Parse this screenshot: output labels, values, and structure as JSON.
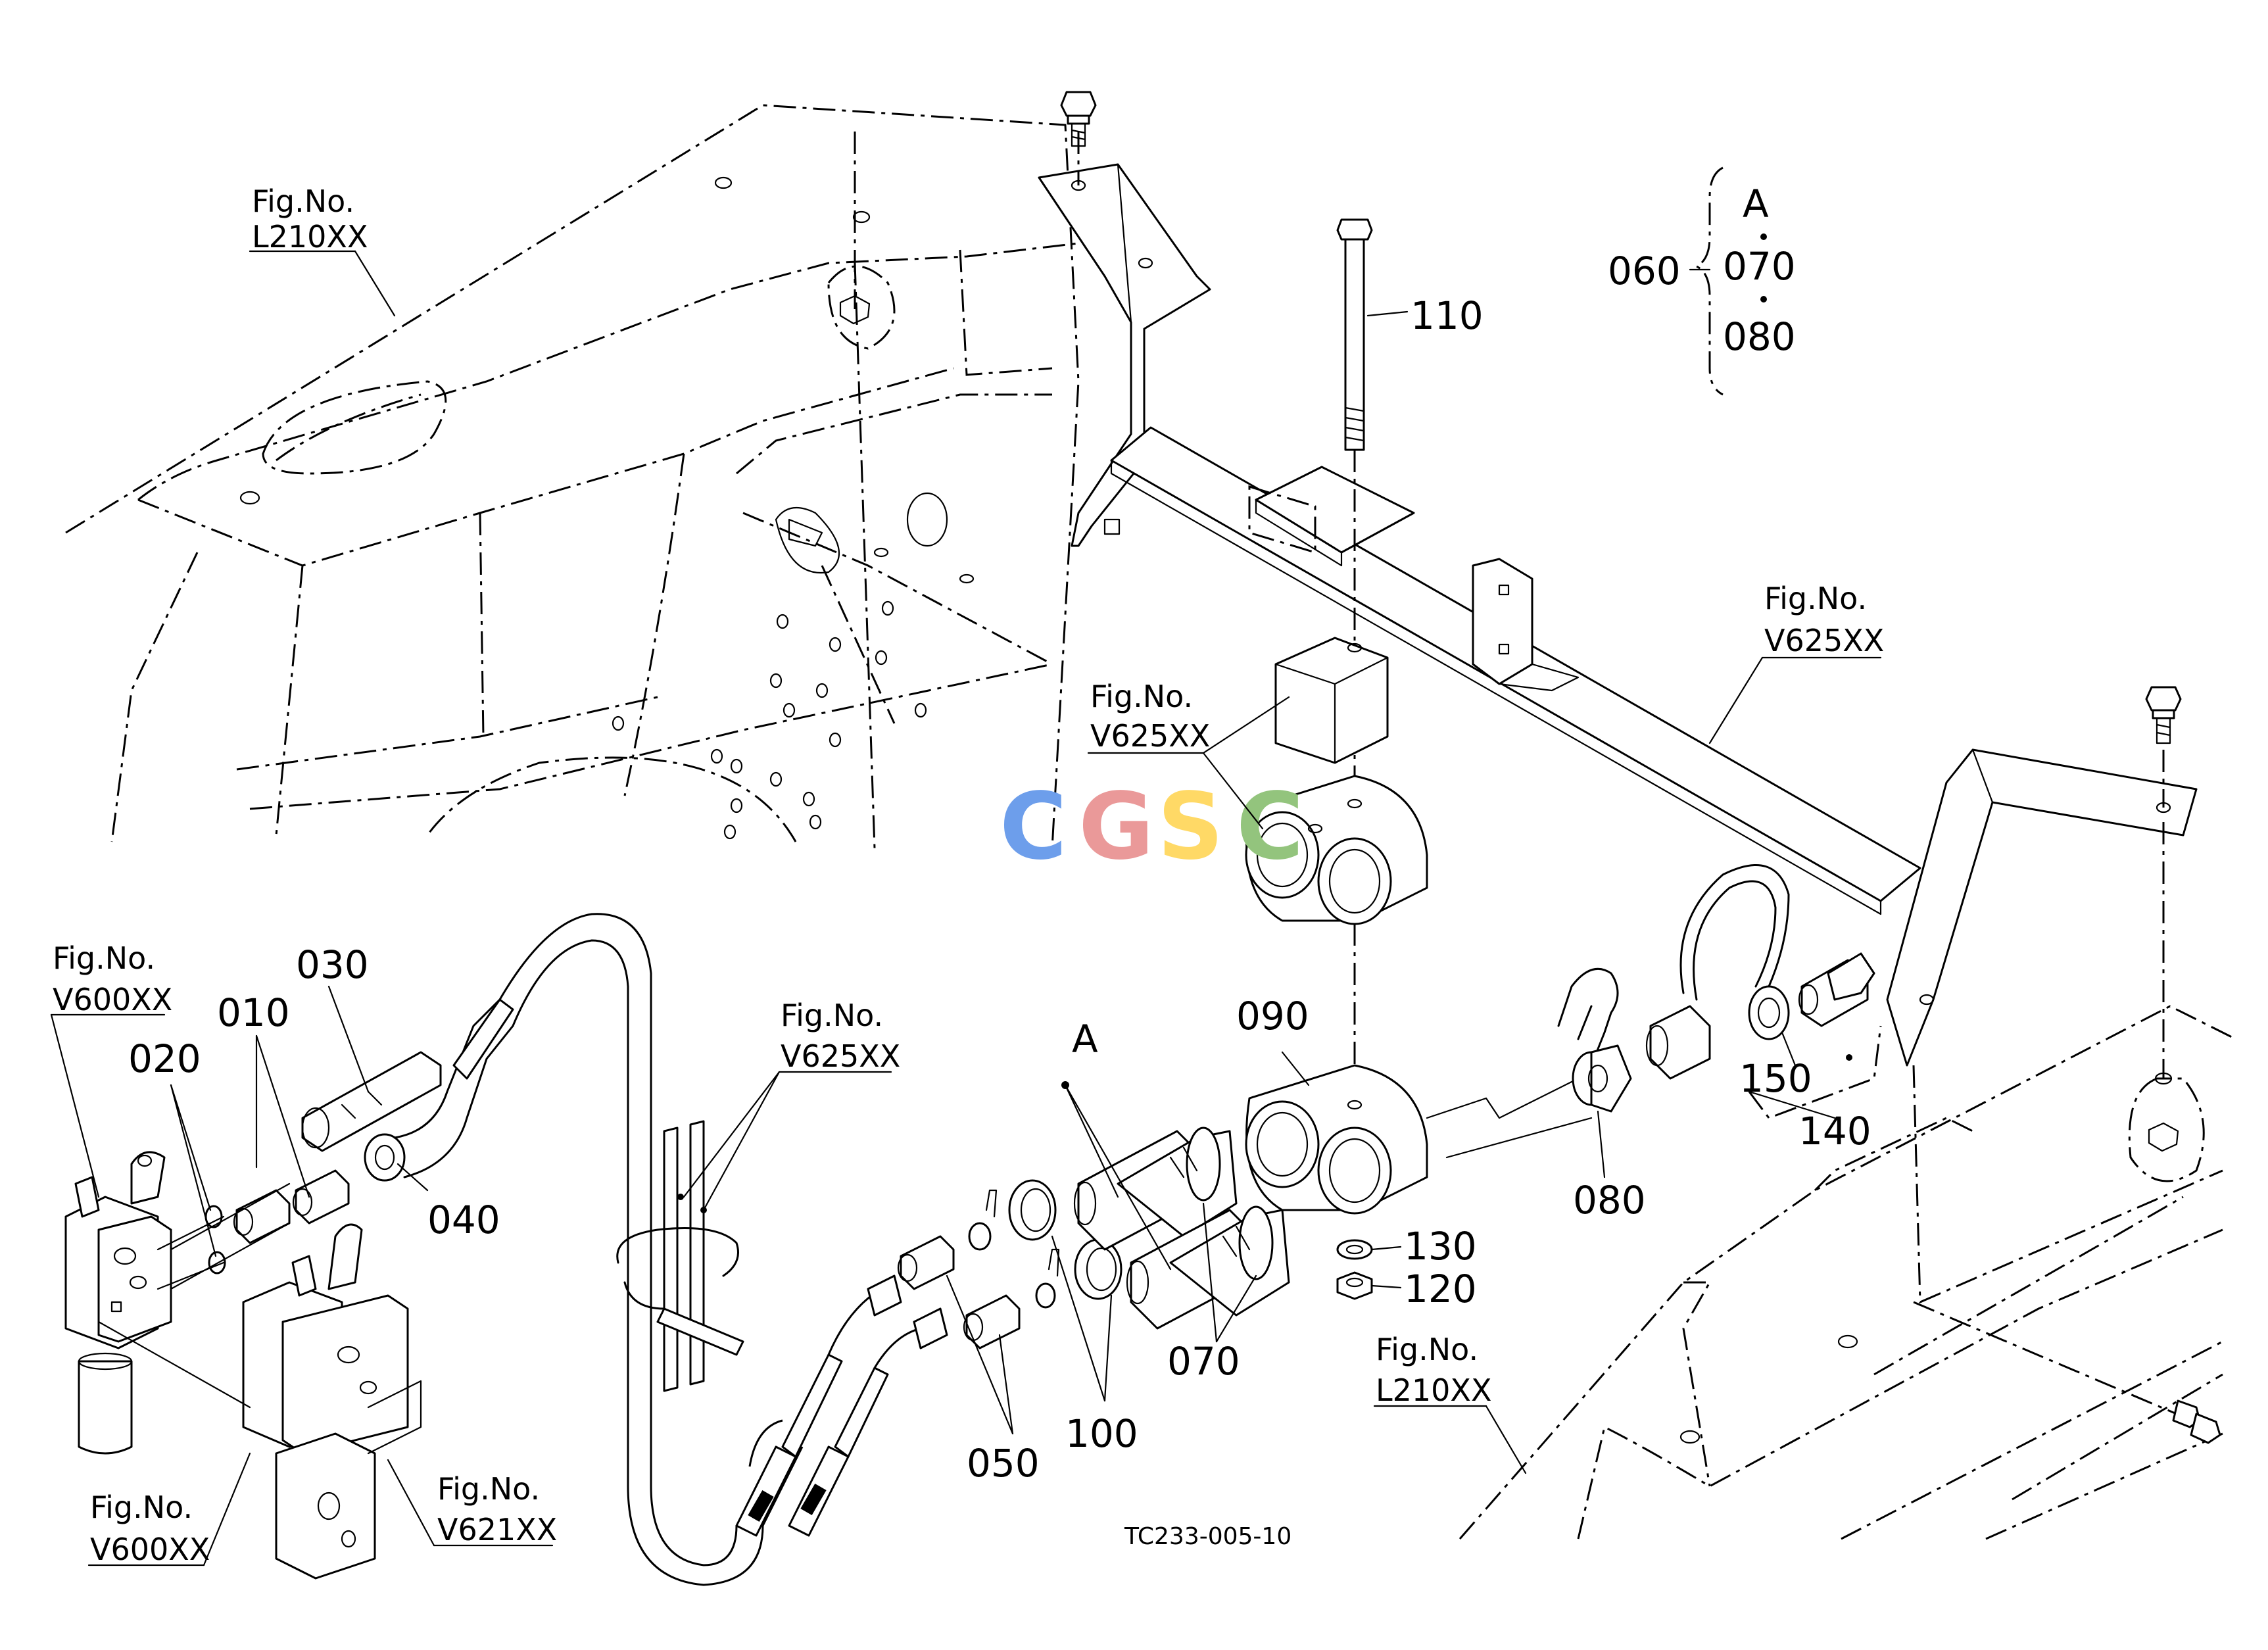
{
  "figure": {
    "code": "TC233-005-10",
    "watermark": [
      "C",
      "G",
      "S",
      "C"
    ],
    "watermark_colors": [
      "#6d9eeb",
      "#ea9999",
      "#ffd966",
      "#93c47d"
    ]
  },
  "part_labels": {
    "p010": "010",
    "p020": "020",
    "p030": "030",
    "p040": "040",
    "p050": "050",
    "p060": "060",
    "p070_kit": "070",
    "p070": "070",
    "p080_kit": "080",
    "p080": "080",
    "p090": "090",
    "p100": "100",
    "p110": "110",
    "p120": "120",
    "p130": "130",
    "p140": "140",
    "p150": "150",
    "kit_a_top": "A",
    "kit_a": "A"
  },
  "fig_refs": {
    "l210_top": [
      "Fig.No.",
      "L210XX"
    ],
    "v625_right": [
      "Fig.No.",
      "V625XX"
    ],
    "v625_block": [
      "Fig.No.",
      "V625XX"
    ],
    "v600_top": [
      "Fig.No.",
      "V600XX"
    ],
    "v625_clamp": [
      "Fig.No.",
      "V625XX"
    ],
    "v600_bottom": [
      "Fig.No.",
      "V600XX"
    ],
    "v621": [
      "Fig.No.",
      "V621XX"
    ],
    "l210_bottom": [
      "Fig.No.",
      "L210XX"
    ]
  }
}
